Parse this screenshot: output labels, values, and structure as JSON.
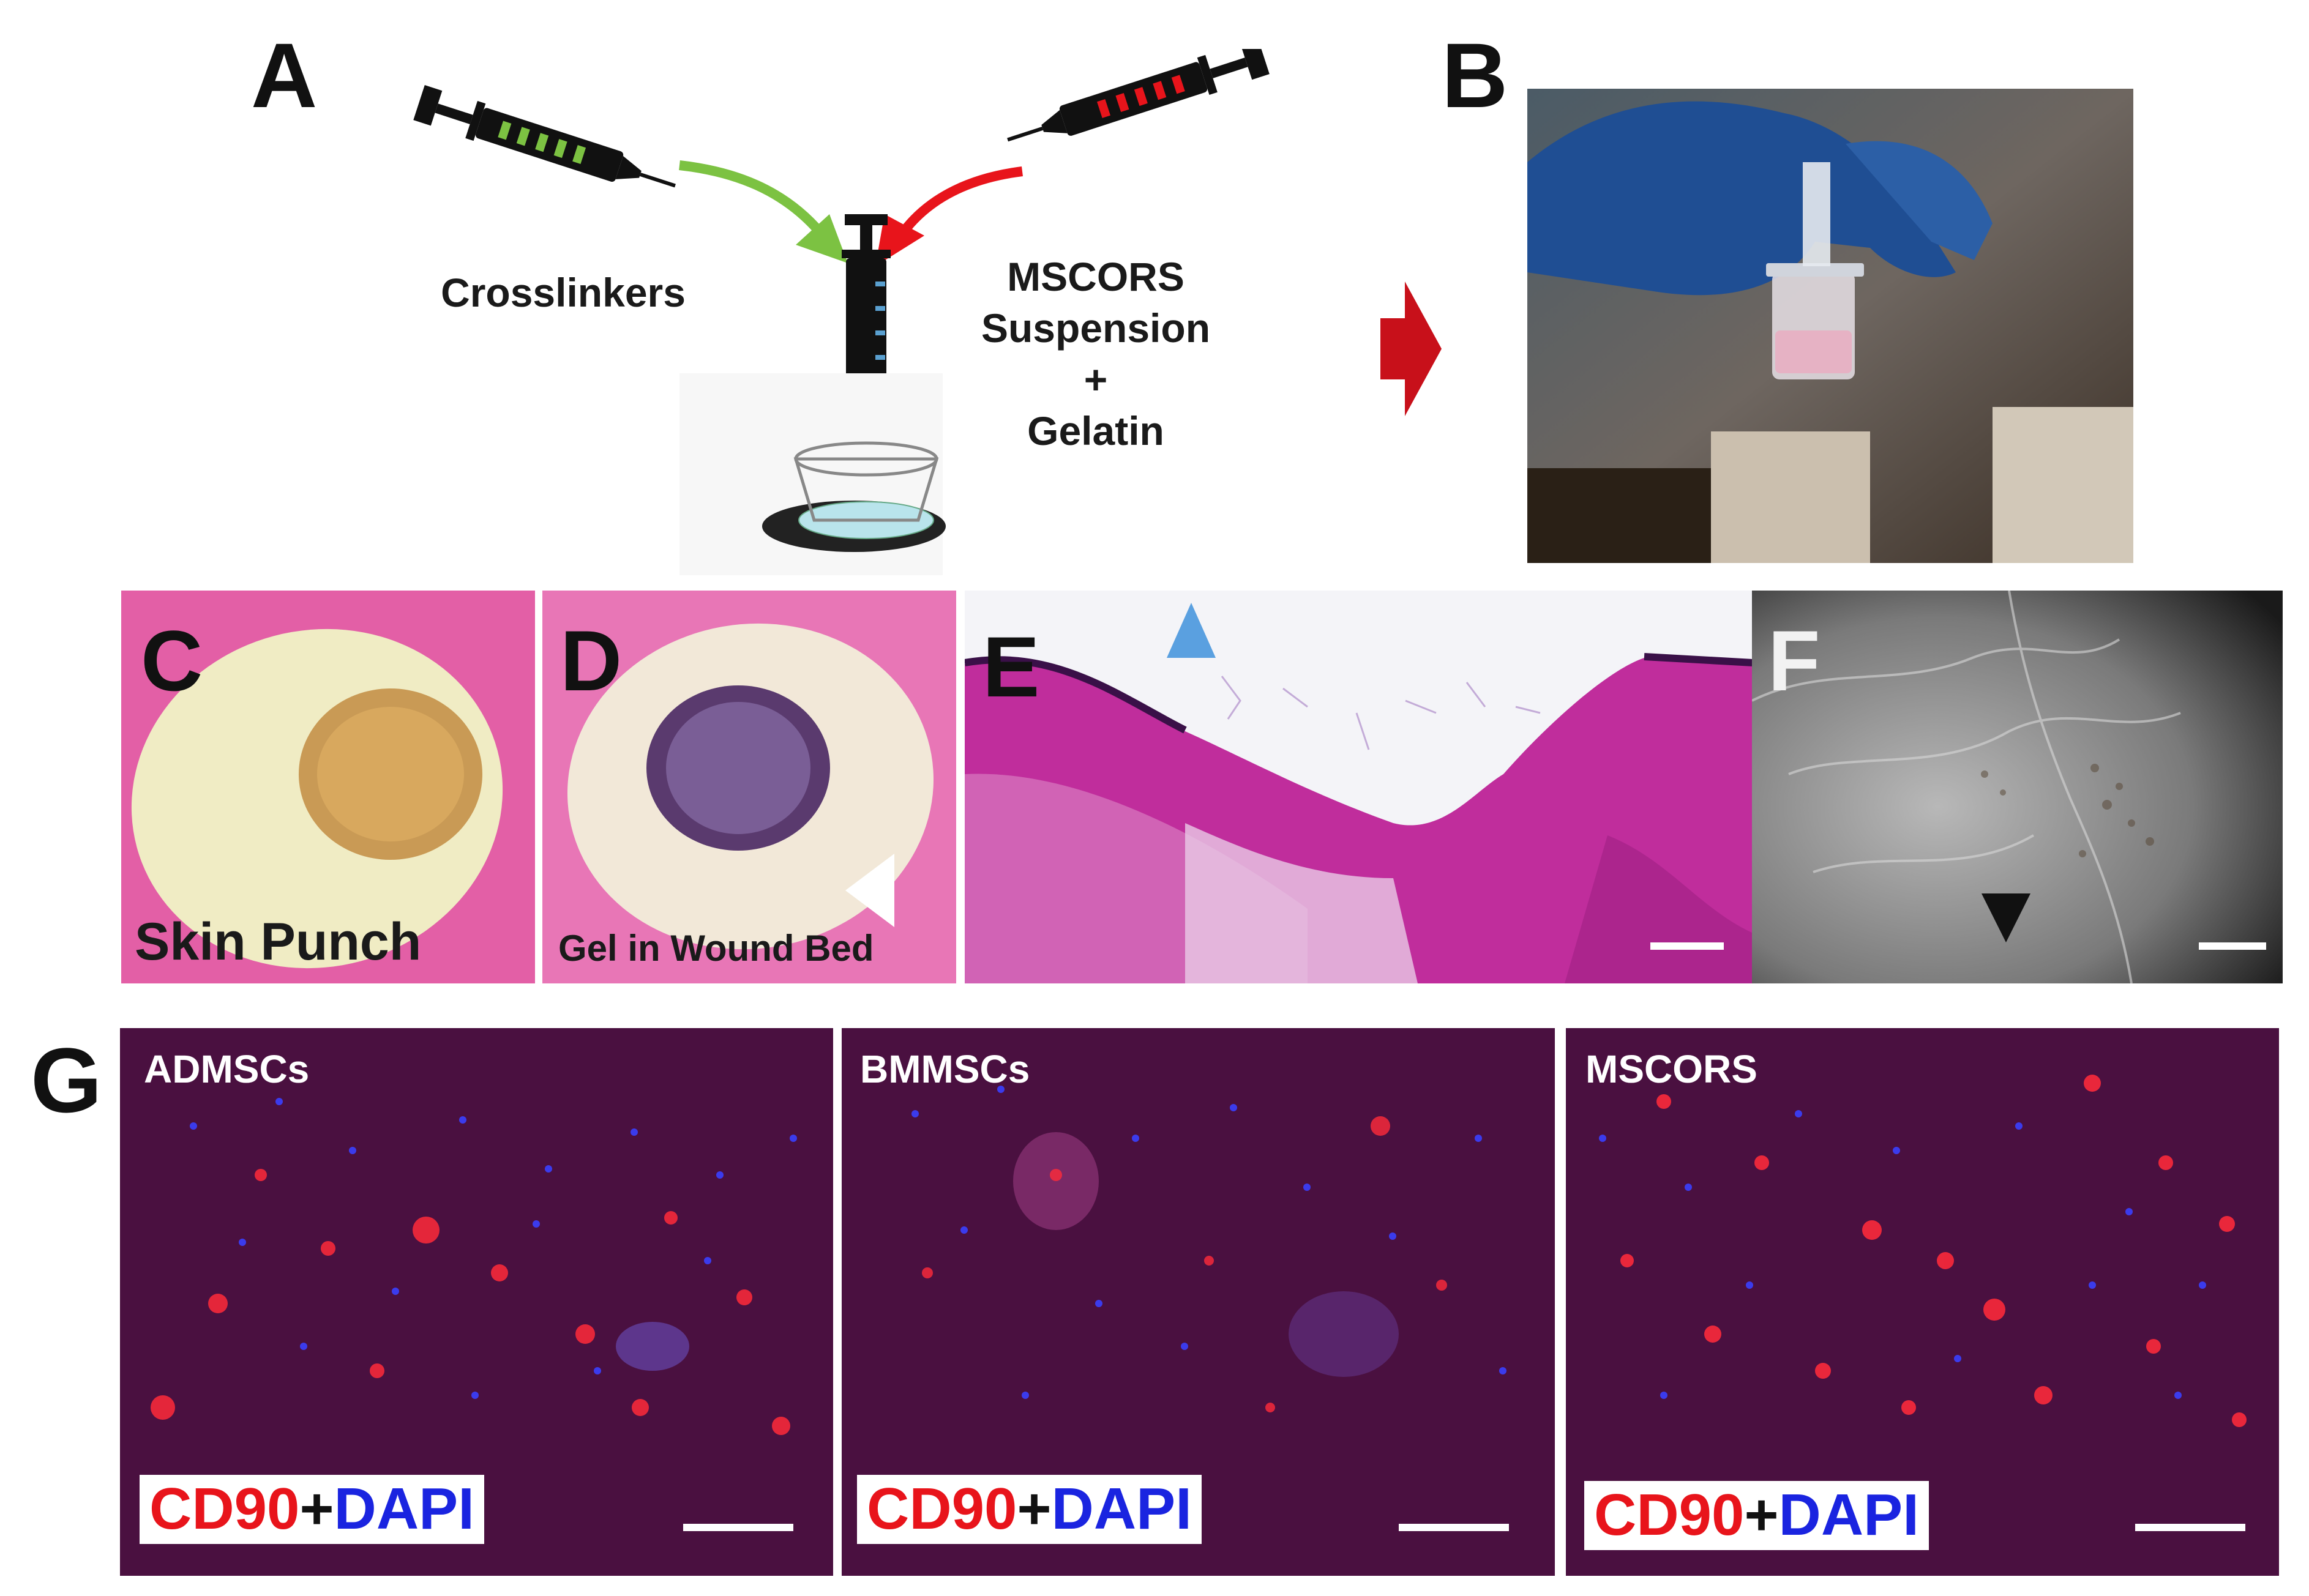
{
  "panels": {
    "A": {
      "letter": "A",
      "crosslinkers_label": "Crosslinkers",
      "suspension_lines": [
        "MSCORS",
        "Suspension",
        "+",
        "Gelatin"
      ]
    },
    "B": {
      "letter": "B"
    },
    "C": {
      "letter": "C",
      "caption": "Skin Punch"
    },
    "D": {
      "letter": "D",
      "caption": "Gel in Wound Bed"
    },
    "E": {
      "letter": "E"
    },
    "F": {
      "letter": "F"
    },
    "G": {
      "letter": "G",
      "subpanels": [
        {
          "title": "ADMSCs"
        },
        {
          "title": "BMMSCs"
        },
        {
          "title": "MSCORS"
        }
      ],
      "stain": {
        "cd90": "CD90",
        "plus": "+",
        "dapi": "DAPI"
      }
    }
  },
  "colors": {
    "green_arrow": "#7cc242",
    "red_arrow": "#e8141b",
    "transition_arrow": "#c8101a",
    "stain_cd90": "#e8141b",
    "stain_dapi": "#1a24e0",
    "he_tissue": "#c02d9c",
    "fluorescence_bg": "#4a1040"
  },
  "icons": [
    "syringe-icon",
    "arrow-right-icon",
    "arrowhead-marker-icon"
  ]
}
